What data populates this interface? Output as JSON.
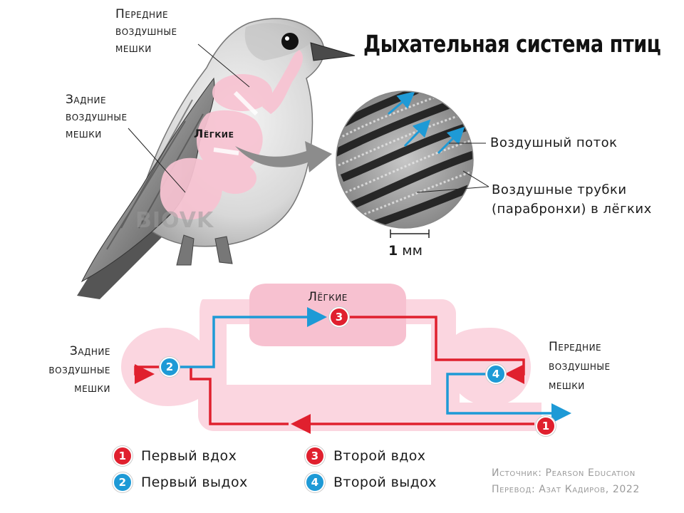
{
  "title": "Дыхательная система птиц",
  "labels": {
    "front_sacs_top": [
      "Передние",
      "воздушные",
      "мешки"
    ],
    "rear_sacs_top": [
      "Задние",
      "воздушные",
      "мешки"
    ],
    "lungs_top": "Лёгкие",
    "airflow": "Воздушный поток",
    "tubes": [
      "Воздушные трубки",
      "(парабронхи) в лёгких"
    ],
    "scale_value": "1",
    "scale_unit": "мм",
    "watermark": "BIOVK",
    "lungs_diagram": "Лёгкие",
    "rear_sacs_diagram": [
      "Задние",
      "воздушные",
      "мешки"
    ],
    "front_sacs_diagram": [
      "Передние",
      "воздушные",
      "мешки"
    ]
  },
  "legend": [
    {
      "num": "1",
      "text": "Первый вдох",
      "color": "#e0202e"
    },
    {
      "num": "2",
      "text": "Первый выдох",
      "color": "#1e9ad6"
    },
    {
      "num": "3",
      "text": "Второй вдох",
      "color": "#e0202e"
    },
    {
      "num": "4",
      "text": "Второй выдох",
      "color": "#1e9ad6"
    }
  ],
  "credits": {
    "source": "Источник: Pearson Education",
    "translation": "Перевод: Азат Кадиров, 2022"
  },
  "colors": {
    "inhale": "#e0202e",
    "exhale": "#1e9ad6",
    "pink": "#f9c9d6",
    "pink_light": "#fbdbe4"
  }
}
